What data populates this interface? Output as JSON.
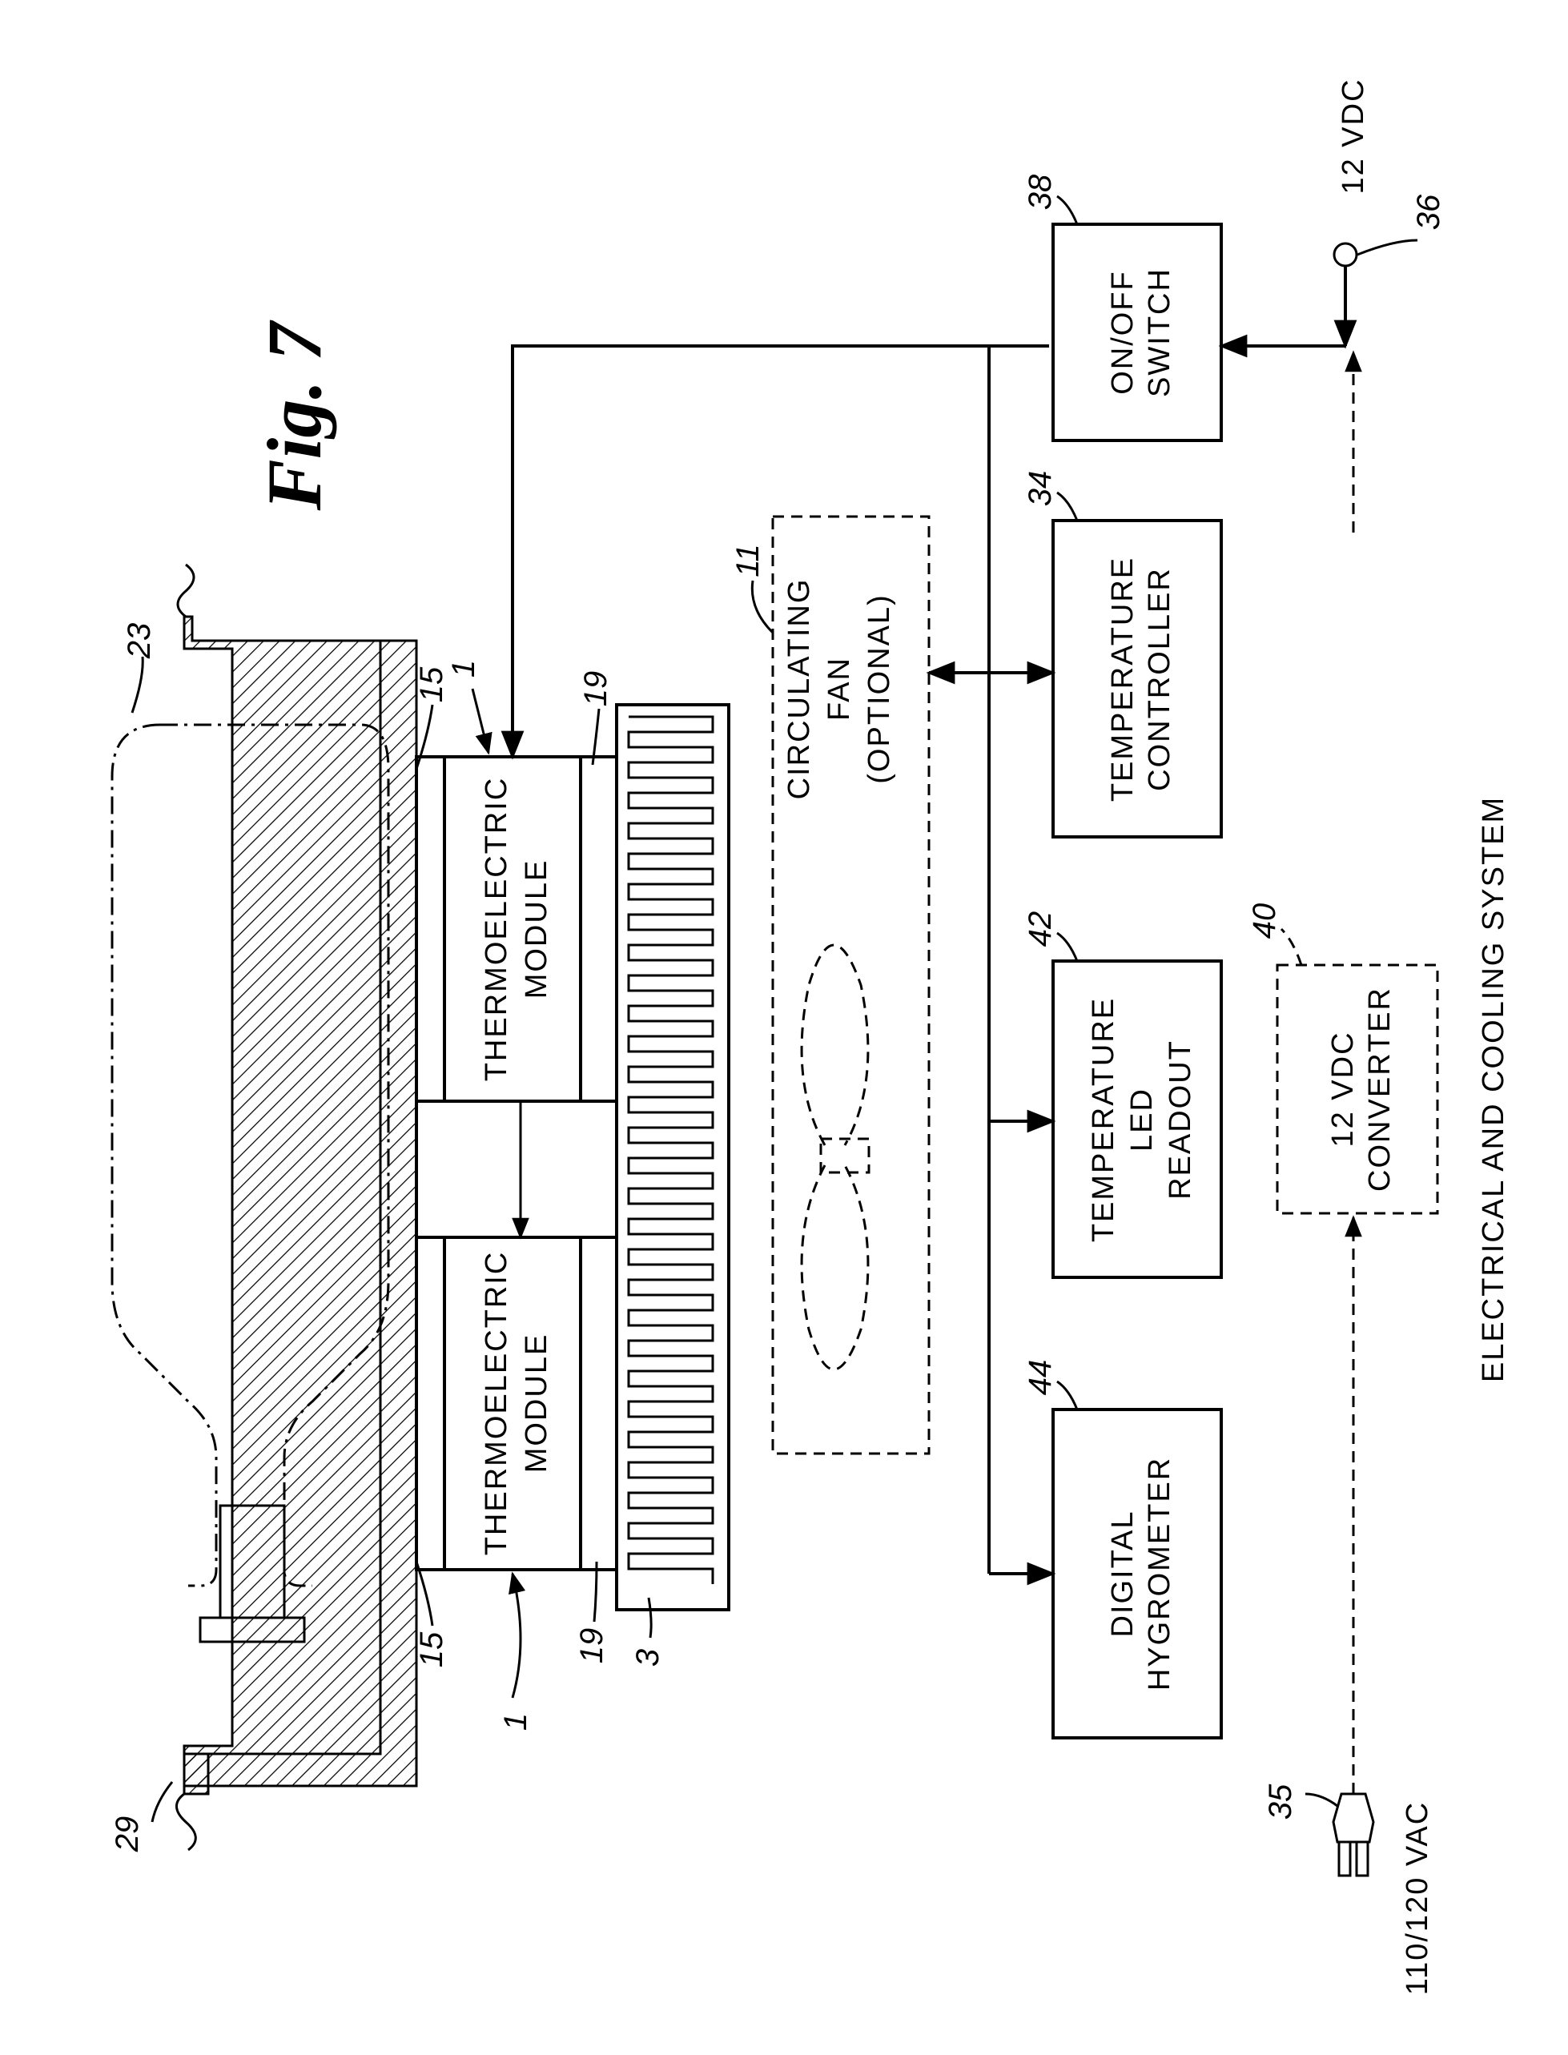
{
  "figure": {
    "title": "Fig. 7"
  },
  "caption": "ELECTRICAL AND COOLING SYSTEM",
  "blocks": {
    "on_off_switch": [
      "ON/OFF",
      "SWITCH"
    ],
    "temperature_controller": [
      "TEMPERATURE",
      "CONTROLLER"
    ],
    "temperature_led_readout": [
      "TEMPERATURE",
      "LED",
      "READOUT"
    ],
    "digital_hygrometer": [
      "DIGITAL",
      "HYGROMETER"
    ],
    "converter": [
      "12 VDC",
      "CONVERTER"
    ],
    "circulating_fan": [
      "CIRCULATING",
      "FAN",
      "(OPTIONAL)"
    ],
    "thermoelectric_module_top": [
      "THERMOELECTRIC",
      "MODULE"
    ],
    "thermoelectric_module_bottom": [
      "THERMOELECTRIC",
      "MODULE"
    ]
  },
  "power": {
    "dc_input": "12 VDC",
    "ac_input": "110/120 VAC"
  },
  "reference_numerals": {
    "tem_top": "1",
    "tem_bottom": "1",
    "heat_sink": "3",
    "fan": "11",
    "plate_top": "15",
    "plate_bottom": "15",
    "spacer_top": "19",
    "spacer_bottom": "19",
    "bottle": "23",
    "tray": "29",
    "controller": "34",
    "plug": "35",
    "dc_terminal": "36",
    "switch": "38",
    "converter": "40",
    "led_readout": "42",
    "hygrometer": "44"
  }
}
